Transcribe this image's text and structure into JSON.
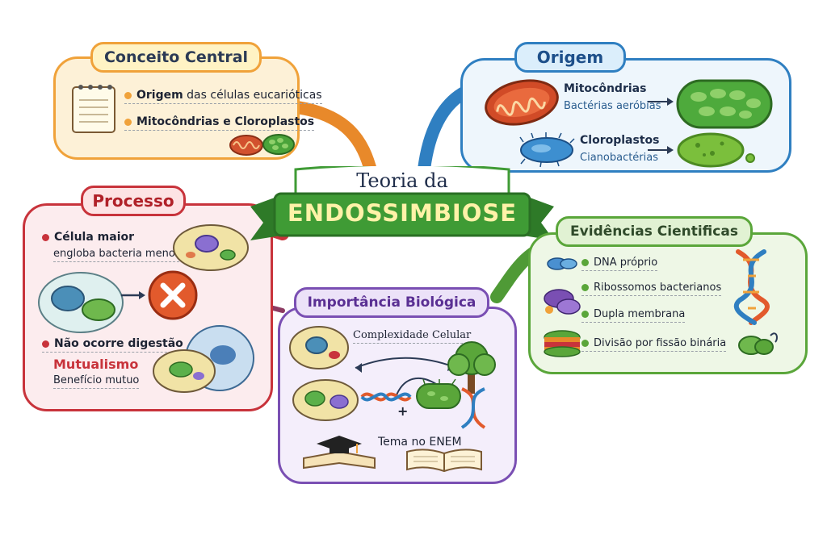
{
  "central": {
    "line1": "Teoria da",
    "line2": "ENDOSSIMBIOSE"
  },
  "conceito": {
    "title": "Conceito Central",
    "item1_bold": "Origem",
    "item1_rest": " das células eucarióticas",
    "item2": "Mitocôndrias e Cloroplastos"
  },
  "origem": {
    "title": "Origem",
    "mito_title": "Mitocôndrias",
    "mito_sub": "Bactérias aeróbias",
    "cloro_title": "Cloroplastos",
    "cloro_sub": "Cianobactérias"
  },
  "processo": {
    "title": "Processo",
    "item1_title": "Célula maior",
    "item1_sub": "engloba bacteria menor",
    "item2": "Não ocorre digestão",
    "mutualismo": "Mutualismo",
    "mutualismo_sub": "Benefício mutuo"
  },
  "evidencias": {
    "title": "Evidências Cientificas",
    "items": [
      "DNA próprio",
      "Ribossomos bacterianos",
      "Dupla membrana",
      "Divisão por fissão binária"
    ]
  },
  "importancia": {
    "title": "Importância Biológica",
    "complexidade": "Complexidade Celular",
    "enem": "Tema no ENEM"
  },
  "colors": {
    "conceito": "#f0a23a",
    "origem": "#2f7fc1",
    "processo": "#c8333b",
    "evidencias": "#5aa63a",
    "importancia": "#7a4fb3",
    "banner": "#3f9b35"
  }
}
